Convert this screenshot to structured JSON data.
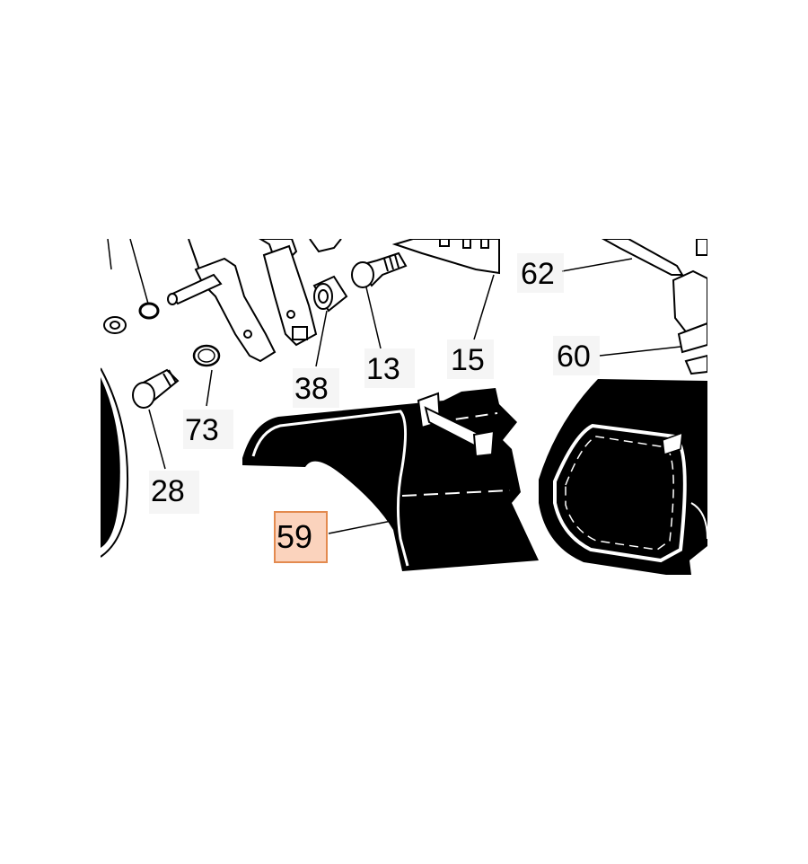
{
  "callouts": [
    {
      "id": "62",
      "label": "62"
    },
    {
      "id": "60",
      "label": "60"
    },
    {
      "id": "15",
      "label": "15"
    },
    {
      "id": "13",
      "label": "13"
    },
    {
      "id": "38",
      "label": "38"
    },
    {
      "id": "73",
      "label": "73"
    },
    {
      "id": "28",
      "label": "28"
    },
    {
      "id": "59",
      "label": "59"
    }
  ],
  "highlighted_callout": "59",
  "colors": {
    "highlight_fill": "#fbd3bd",
    "highlight_border": "#e38a4f",
    "line_art": "#000000",
    "label_box": "#ececec"
  }
}
